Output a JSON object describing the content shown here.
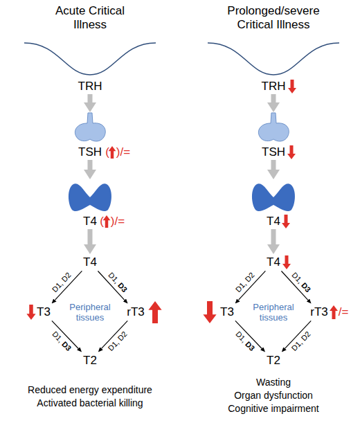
{
  "diagram": {
    "nodes": [
      {
        "text": [
          "TRH"
        ]
      },
      {
        "text": [
          "TSH"
        ]
      },
      {
        "text": [
          "T4"
        ]
      },
      {
        "text": [
          "T4"
        ]
      },
      {
        "text": [
          "T3"
        ]
      },
      {
        "text": [
          "rT3"
        ]
      },
      {
        "text": [
          "T2"
        ]
      },
      {
        "text": [
          "TRH"
        ]
      },
      {
        "text": [
          "TSH"
        ]
      },
      {
        "text": [
          "T4"
        ]
      },
      {
        "text": [
          "T4"
        ]
      },
      {
        "text": [
          "T3"
        ]
      },
      {
        "text": [
          "rT3"
        ]
      },
      {
        "text": [
          "T2"
        ]
      }
    ],
    "edges": [
      {
        "from": 0,
        "to": 1,
        "arrow": "to"
      },
      {
        "from": 1,
        "to": 2,
        "arrow": "to"
      },
      {
        "from": 2,
        "to": 3,
        "arrow": "to"
      },
      {
        "from": 3,
        "to": 4,
        "label": "D1, D2",
        "arrow": "to"
      },
      {
        "from": 3,
        "to": 5,
        "label": "D1, D3",
        "arrow": "to"
      },
      {
        "from": 4,
        "to": 6,
        "label": "D1, D3",
        "arrow": "to"
      },
      {
        "from": 5,
        "to": 6,
        "label": "D1, D2",
        "arrow": "to"
      },
      {
        "from": 7,
        "to": 8,
        "arrow": "to"
      },
      {
        "from": 8,
        "to": 9,
        "arrow": "to"
      },
      {
        "from": 9,
        "to": 10,
        "arrow": "to"
      },
      {
        "from": 10,
        "to": 11,
        "label": "D1, D2",
        "arrow": "to"
      },
      {
        "from": 10,
        "to": 12,
        "label": "D1, D3",
        "arrow": "to"
      },
      {
        "from": 11,
        "to": 13,
        "label": "D1, D3",
        "arrow": "to"
      },
      {
        "from": 12,
        "to": 13,
        "label": "D1, D2",
        "arrow": "to"
      }
    ],
    "labels": [
      "Acute Critical Illness",
      "Prolonged/severe Critical Illness",
      "(",
      ")/=",
      "(",
      ")/=",
      "Peripheral tissues",
      "Reduced energy expenditure",
      "Activated bacterial killing",
      "/=",
      "Peripheral tissues",
      "Wasting",
      "Organ dysfunction",
      "Cognitive impairment"
    ]
  }
}
